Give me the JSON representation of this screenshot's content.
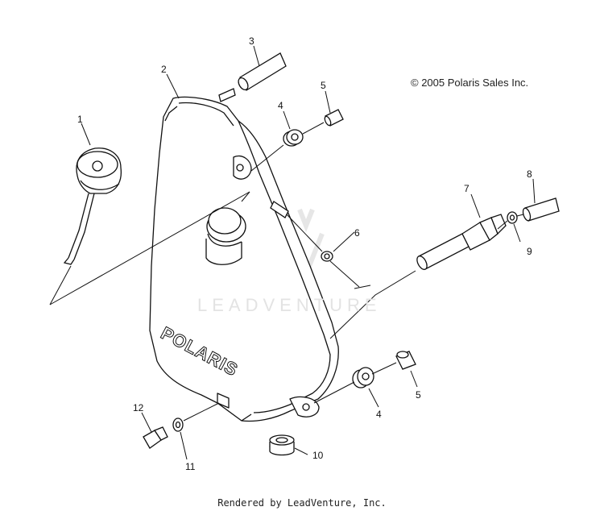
{
  "copyright": "© 2005 Polaris Sales Inc.",
  "footer": "Rendered by LeadVenture, Inc.",
  "watermark": "LEADVENTURE",
  "tank_brand": "POLARIS",
  "callouts": [
    {
      "id": "c1",
      "label": "1"
    },
    {
      "id": "c2",
      "label": "2"
    },
    {
      "id": "c3",
      "label": "3"
    },
    {
      "id": "c4a",
      "label": "4"
    },
    {
      "id": "c5a",
      "label": "5"
    },
    {
      "id": "c6",
      "label": "6"
    },
    {
      "id": "c7",
      "label": "7"
    },
    {
      "id": "c8",
      "label": "8"
    },
    {
      "id": "c9",
      "label": "9"
    },
    {
      "id": "c4b",
      "label": "4"
    },
    {
      "id": "c5b",
      "label": "5"
    },
    {
      "id": "c10",
      "label": "10"
    },
    {
      "id": "c11",
      "label": "11"
    },
    {
      "id": "c12",
      "label": "12"
    }
  ]
}
